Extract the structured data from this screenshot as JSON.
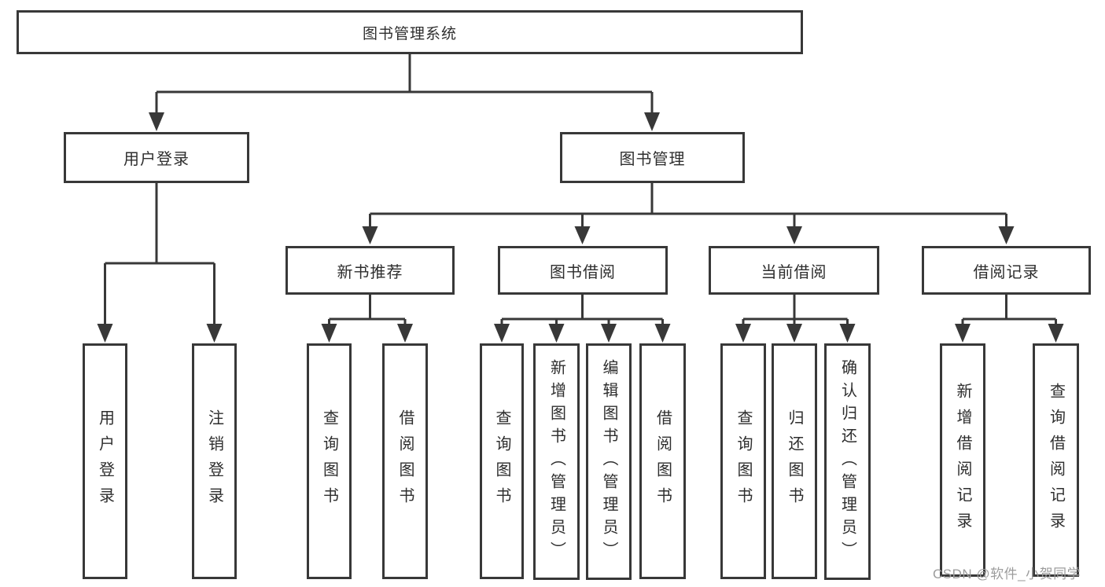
{
  "diagram": {
    "root": {
      "label": "图书管理系统"
    },
    "branches": [
      {
        "label": "用户登录",
        "children": [
          {
            "label": "用户登录"
          },
          {
            "label": "注销登录"
          }
        ]
      },
      {
        "label": "图书管理",
        "children": [
          {
            "label": "新书推荐",
            "children": [
              {
                "label": "查询图书"
              },
              {
                "label": "借阅图书"
              }
            ]
          },
          {
            "label": "图书借阅",
            "children": [
              {
                "label": "查询图书"
              },
              {
                "label": "新增图书（管理员）"
              },
              {
                "label": "编辑图书（管理员）"
              },
              {
                "label": "借阅图书"
              }
            ]
          },
          {
            "label": "当前借阅",
            "children": [
              {
                "label": "查询图书"
              },
              {
                "label": "归还图书"
              },
              {
                "label": "确认归还（管理员）"
              }
            ]
          },
          {
            "label": "借阅记录",
            "children": [
              {
                "label": "新增借阅记录"
              },
              {
                "label": "查询借阅记录"
              }
            ]
          }
        ]
      }
    ]
  },
  "watermark": {
    "text": "CSDN @软件_小贺同学"
  },
  "colors": {
    "line": "#383838",
    "box_border": "#383838",
    "text": "#2e2e2e",
    "watermark": "#9c9c9c",
    "background": "#ffffff"
  }
}
